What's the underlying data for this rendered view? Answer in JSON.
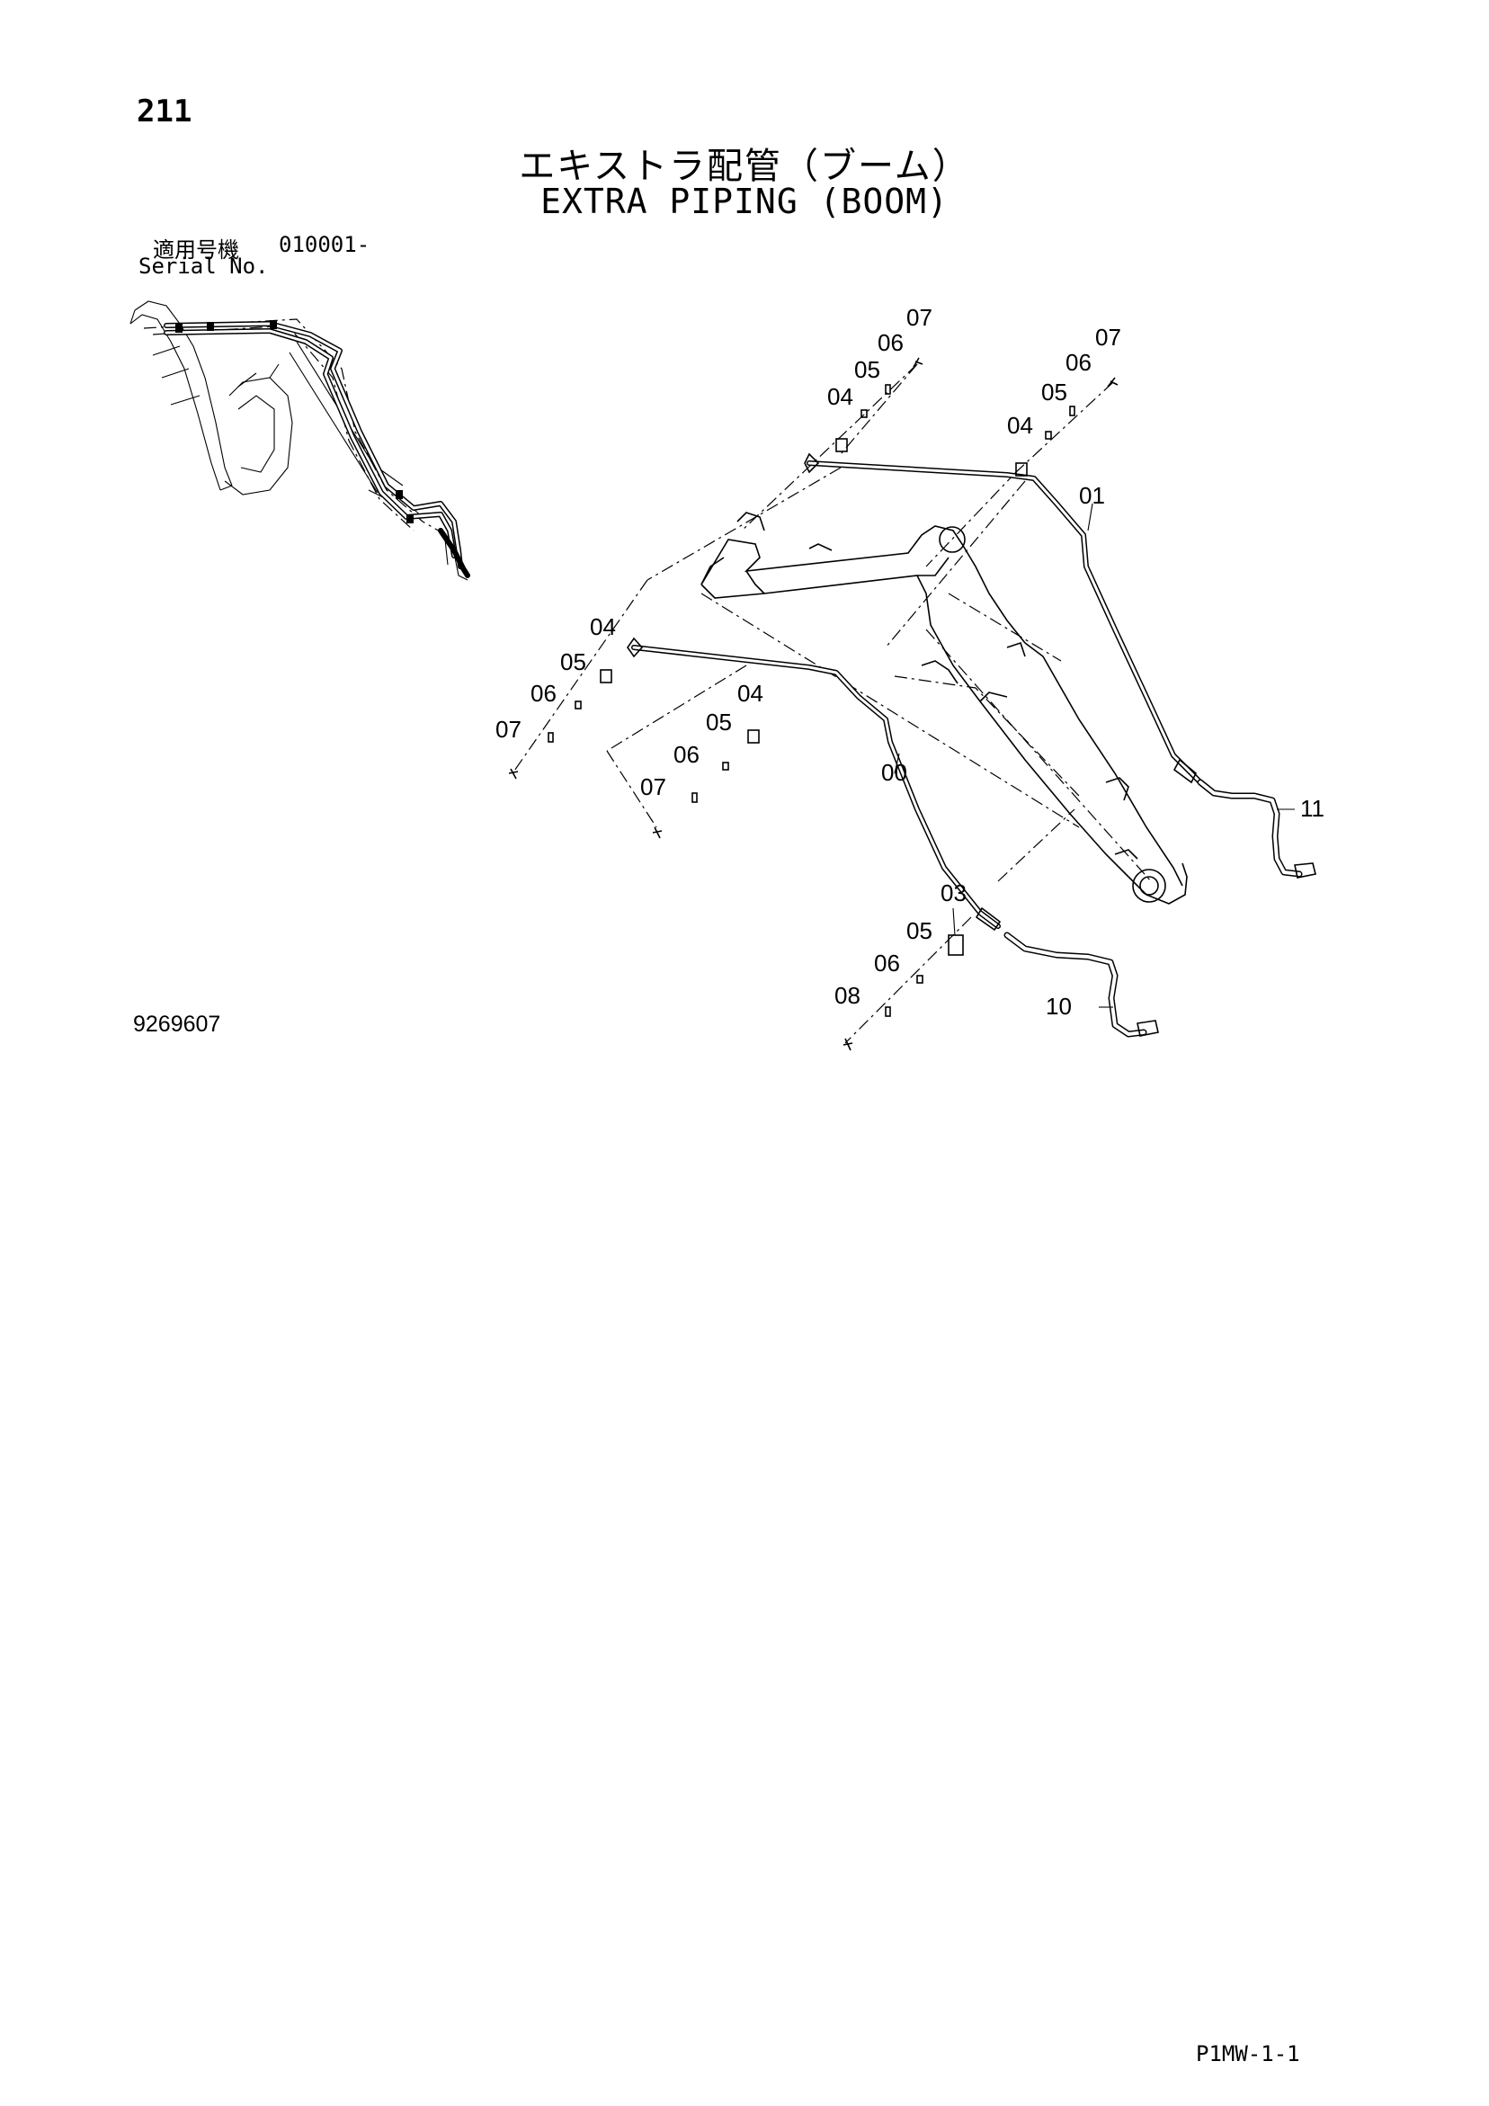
{
  "page_number": "211",
  "title_jp": "エキストラ配管（ブーム）",
  "title_en": "EXTRA PIPING (BOOM)",
  "serial": {
    "label_jp": "適用号機",
    "label_en": "Serial No.",
    "value": "010001-"
  },
  "document_number": "9269607",
  "footer_code": "P1MW-1-1",
  "callouts": {
    "c00": "00",
    "c01": "01",
    "c03": "03",
    "c10": "10",
    "c11": "11",
    "r_top_left": {
      "c04": "04",
      "c05": "05",
      "c06": "06",
      "c07": "07"
    },
    "r_top_right": {
      "c04": "04",
      "c05": "05",
      "c06": "06",
      "c07": "07"
    },
    "r_mid_left": {
      "c04": "04",
      "c05": "05",
      "c06": "06",
      "c07": "07"
    },
    "r_mid_right": {
      "c04": "04",
      "c05": "05",
      "c06": "06",
      "c07": "07"
    },
    "r_bottom": {
      "c05": "05",
      "c06": "06",
      "c08": "08"
    }
  }
}
